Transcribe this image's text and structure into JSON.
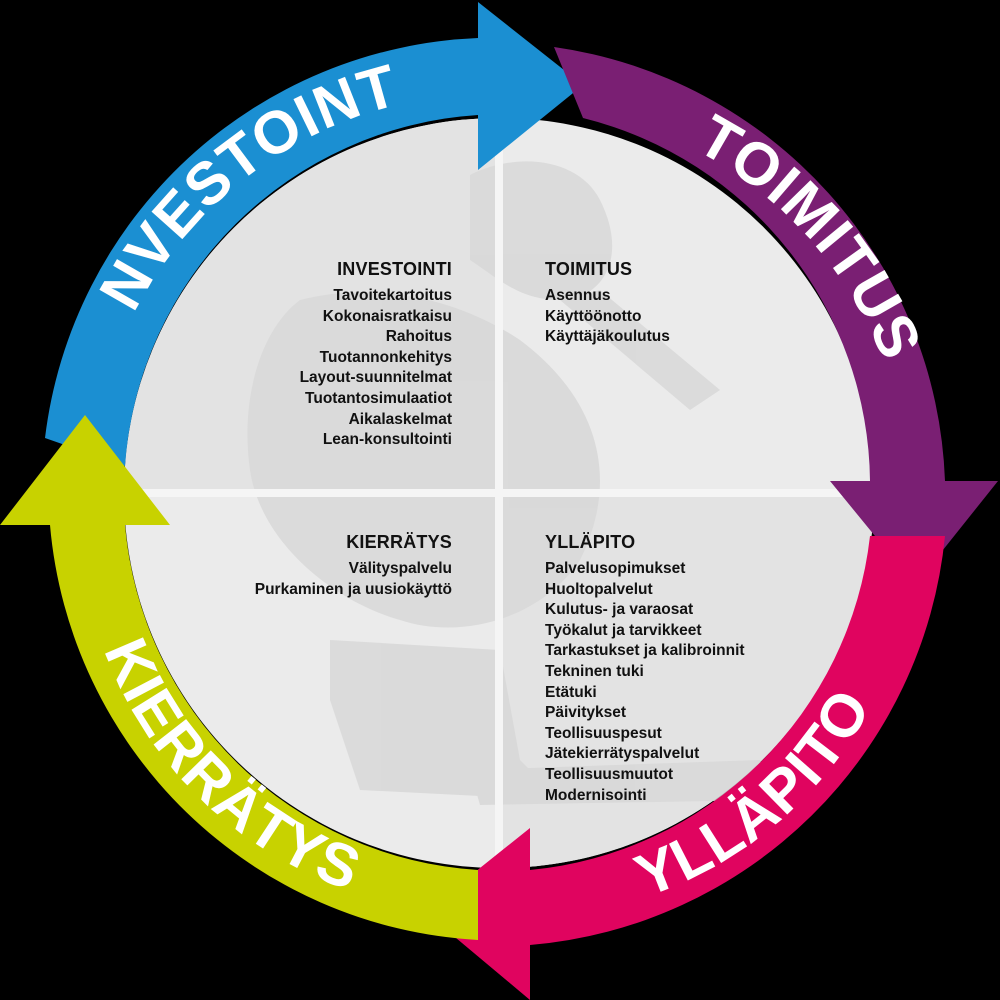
{
  "colors": {
    "investointi": "#1b8fd2",
    "toimitus": "#7a1f73",
    "yllapito": "#e0045f",
    "kierratys": "#c8d200",
    "background": "#000000",
    "disc": "#ebebeb"
  },
  "cycle": {
    "investointi_label": "INVESTOINTI",
    "toimitus_label": "TOIMITUS",
    "yllapito_label": "YLLÄPITO",
    "kierratys_label": "KIERRÄTYS"
  },
  "blocks": {
    "investointi": {
      "title": "INVESTOINTI",
      "items": [
        "Tavoitekartoitus",
        "Kokonaisratkaisu",
        "Rahoitus",
        "Tuotannonkehitys",
        "Layout-suunnitelmat",
        "Tuotantosimulaatiot",
        "Aikalaskelmat",
        "Lean-konsultointi"
      ]
    },
    "toimitus": {
      "title": "TOIMITUS",
      "items": [
        "Asennus",
        "Käyttöönotto",
        "Käyttäjäkoulutus"
      ]
    },
    "kierratys": {
      "title": "KIERRÄTYS",
      "items": [
        "Välityspalvelu",
        "Purkaminen ja uusiokäyttö"
      ]
    },
    "yllapito": {
      "title": "YLLÄPITO",
      "items": [
        "Palvelusopimukset",
        "Huoltopalvelut",
        "Kulutus- ja varaosat",
        "Työkalut ja tarvikkeet",
        "Tarkastukset ja kalibroinnit",
        "Tekninen tuki",
        "Etätuki",
        "Päivitykset",
        "Teollisuuspesut",
        "Jätekierrätyspalvelut",
        "Teollisuusmuutot",
        "Modernisointi"
      ]
    }
  }
}
